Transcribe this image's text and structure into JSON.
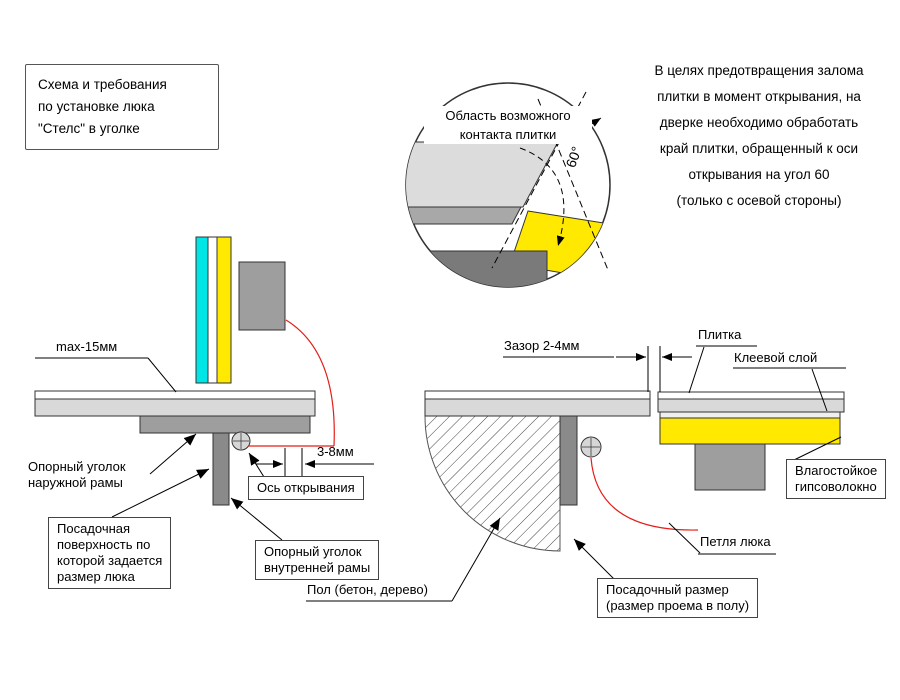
{
  "info": {
    "line1": "Схема и требования",
    "line2": "по установке люка",
    "line3": "\"Стелс\" в уголке"
  },
  "detail": {
    "line1": "Область возможного",
    "line2": "контакта плитки",
    "angle": "60°"
  },
  "note": {
    "line1": "В целях предотвращения залома",
    "line2": "плитки в момент открывания, на",
    "line3": "дверке необходимо обработать",
    "line4": "край плитки, обращенный к оси",
    "line5": "открывания на угол 60",
    "line6": "(только с осевой стороны)"
  },
  "left": {
    "max_thickness": "max-15мм",
    "outer1": "Опорный уголок",
    "outer2": "наружной рамы",
    "axis": "Ось открывания",
    "gap": "3-8мм",
    "seat1": "Посадочная",
    "seat2": "поверхность по",
    "seat3": "которой задается",
    "seat4": "размер люка",
    "inner1": "Опорный уголок",
    "inner2": "внутренней рамы"
  },
  "right": {
    "gap": "Зазор 2-4мм",
    "tile": "Плитка",
    "glue": "Клеевой слой",
    "gypsum1": "Влагостойкое",
    "gypsum2": "гипсоволокно",
    "hinge": "Петля люка",
    "floor": "Пол (бетон, дерево)",
    "size1": "Посадочный размер",
    "size2": "(размер проема в полу)"
  },
  "colors": {
    "tile_cyan": "#00e5e5",
    "gypsum_yellow": "#ffe900",
    "frame_gray": "#9e9e9e",
    "dark_gray": "#8a8a8a",
    "light_gray": "#d9d9d9",
    "arc_red": "#e31e18"
  }
}
